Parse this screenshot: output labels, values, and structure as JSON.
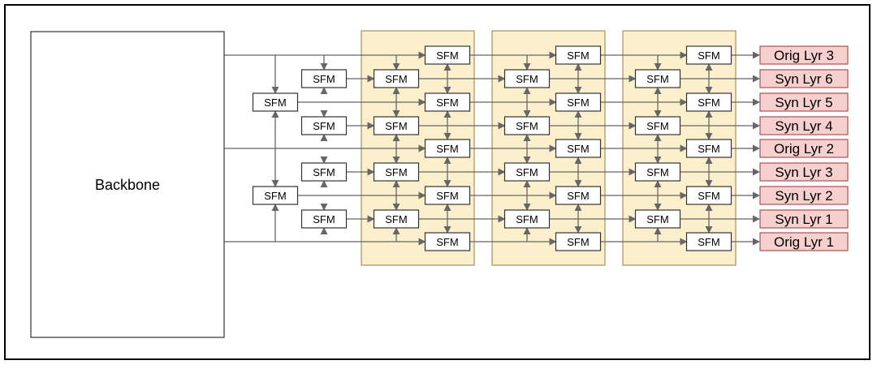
{
  "backbone_label": "Backbone",
  "module_label": "SFM",
  "outputs": [
    "Orig Lyr 3",
    "Syn Lyr 6",
    "Syn Lyr 5",
    "Syn Lyr 4",
    "Orig Lyr 2",
    "Syn Lyr 3",
    "Syn Lyr 2",
    "Syn Lyr 1",
    "Orig Lyr 1"
  ],
  "colors": {
    "stage_fill": "#fcefcc",
    "stage_border": "#a89060",
    "output_fill": "#f6cfcf",
    "output_border": "#b05050",
    "line": "#666666"
  }
}
